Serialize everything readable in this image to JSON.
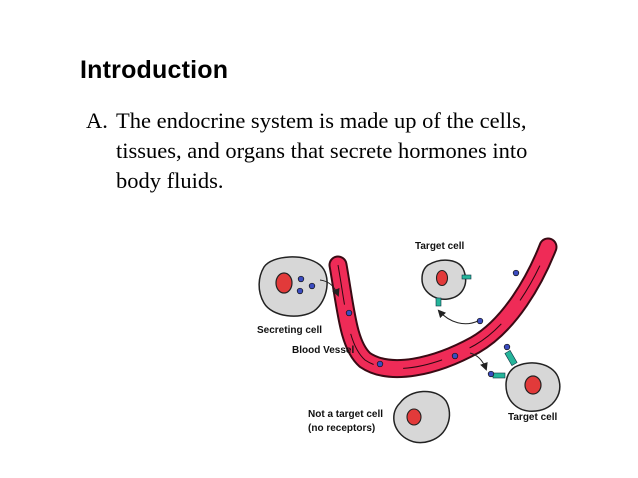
{
  "slide": {
    "title": "Introduction",
    "point": {
      "marker": "A.",
      "lines": [
        "The endocrine system is made up of the cells,",
        "tissues, and organs that secrete hormones into",
        "body fluids."
      ]
    }
  },
  "figure": {
    "labels": {
      "target_cell_top": "Target cell",
      "secreting_cell": "Secreting cell",
      "blood_vessel": "Blood Vessel",
      "not_target_line1": "Not a target cell",
      "not_target_line2": "(no receptors)",
      "target_cell_right": "Target cell"
    },
    "colors": {
      "vessel": "#ef2b57",
      "vessel_outline": "#3a0a14",
      "cell_fill": "#d7d7d7",
      "nucleus": "#e23a3a",
      "hormone": "#3b4cc0",
      "receptor": "#25b59a"
    }
  }
}
